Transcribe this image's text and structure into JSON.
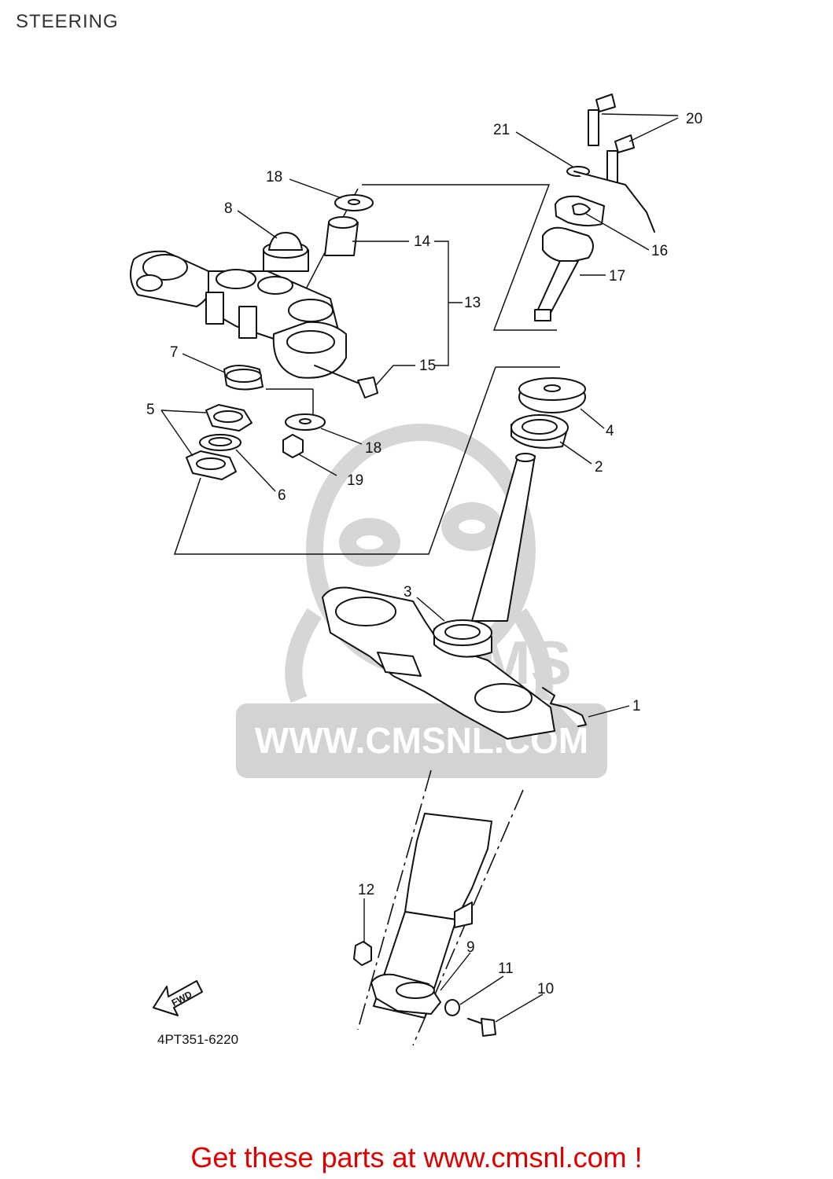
{
  "page_title": "STEERING",
  "diagram_code": "4PT351-6220",
  "fwd_arrow_text": "FWD",
  "watermark_text": "WWW.CMSNL.COM",
  "watermark_logo_text": "CMS",
  "footer_link_text": "Get these parts at www.cmsnl.com !",
  "colors": {
    "footer_text": "#dd0000",
    "line_art": "#111111",
    "watermark": "#cfcfcf"
  },
  "callouts": {
    "c1": "1",
    "c2": "2",
    "c3": "3",
    "c4": "4",
    "c5": "5",
    "c6": "6",
    "c7": "7",
    "c8": "8",
    "c9": "9",
    "c10": "10",
    "c11": "11",
    "c12": "12",
    "c13": "13",
    "c14": "14",
    "c15": "15",
    "c16": "16",
    "c17": "17",
    "c18a": "18",
    "c18b": "18",
    "c19": "19",
    "c20": "20",
    "c21": "21"
  }
}
